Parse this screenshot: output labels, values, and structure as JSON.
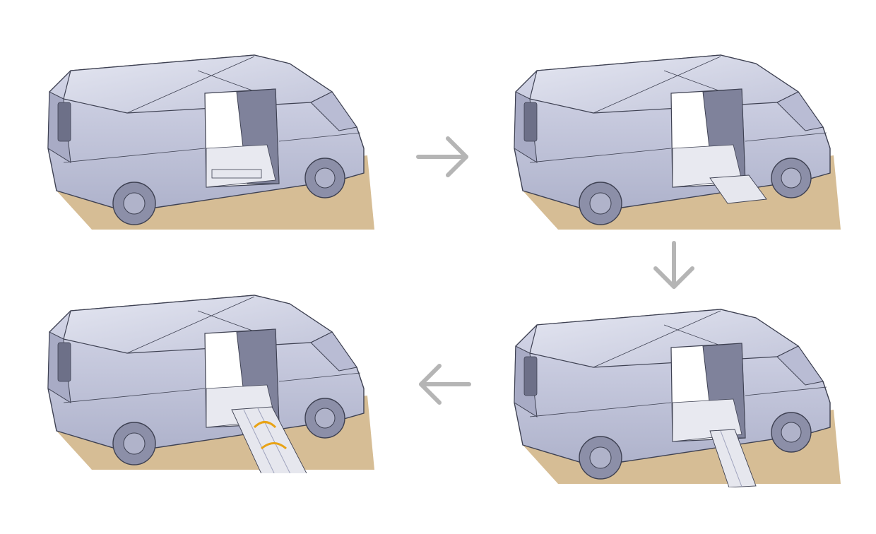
{
  "colors": {
    "van_body": "#c3c6dc",
    "van_shadow": "#9fa3bd",
    "van_outline": "#3e4152",
    "ground": "#d6bd95",
    "ramp": "#e6e7ee",
    "ramp_marker": "#e8a317",
    "arrow": "#b5b5b5"
  },
  "steps": [
    {
      "order": 1,
      "ramp_state": "stowed"
    },
    {
      "order": 2,
      "ramp_state": "sliding-out"
    },
    {
      "order": 3,
      "ramp_state": "extended"
    },
    {
      "order": 4,
      "ramp_state": "unfolded"
    }
  ],
  "flow_arrows": [
    {
      "icon": "arrow-right-icon"
    },
    {
      "icon": "arrow-down-icon"
    },
    {
      "icon": "arrow-left-icon"
    }
  ]
}
